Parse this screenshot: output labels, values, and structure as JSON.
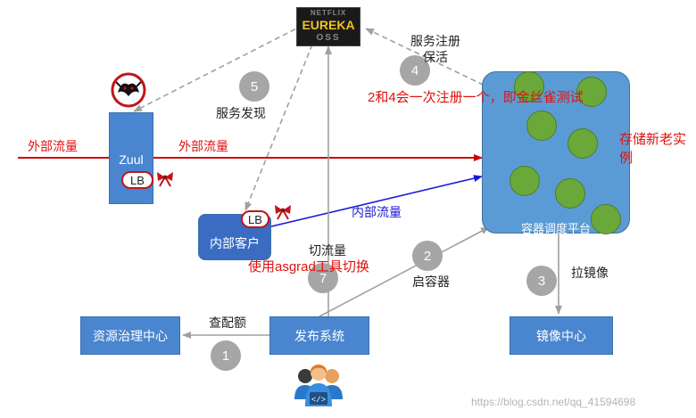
{
  "nodes": {
    "eureka_logo_top": "NETFLIX",
    "eureka_logo": "EUREKA",
    "eureka_logo_bottom": "OSS",
    "zuul": "Zuul",
    "internal_client": "内部客户",
    "container_platform": "容器调度平台",
    "resource_center": "资源治理中心",
    "release_system": "发布系统",
    "image_center": "镜像中心",
    "lb": "LB"
  },
  "labels": {
    "external_traffic_left": "外部流量",
    "external_traffic_right": "外部流量",
    "internal_traffic": "内部流量",
    "service_discovery": "服务发现",
    "service_register_line1": "服务注册",
    "service_register_line2": "保活",
    "check_quota": "查配额",
    "start_container": "启容器",
    "pull_image": "拉镜像",
    "switch_traffic": "切流量"
  },
  "annotations": {
    "canary_note": "2和4会一次注册一个，即金丝雀测试",
    "asgard_note": "使用asgrad工具切换",
    "new_old_instance_line1": "存储新老实",
    "new_old_instance_line2": "例"
  },
  "steps": [
    "1",
    "2",
    "3",
    "4",
    "5",
    "7"
  ],
  "watermark": "https://blog.csdn.net/qq_41594698",
  "colors": {
    "box_blue": "#4a86d0",
    "platform_blue": "#5b9bd5",
    "container_green": "#6aa83a",
    "step_gray": "#a6a6a6",
    "external_arrow_red": "#cc0000",
    "internal_arrow_blue": "#1a1ad6",
    "annotation_red": "#e0120e"
  },
  "icons": [
    "netflix-eureka-logo",
    "zuul-monster-icon",
    "ribbon-bow-icon",
    "developers-team-icon"
  ]
}
